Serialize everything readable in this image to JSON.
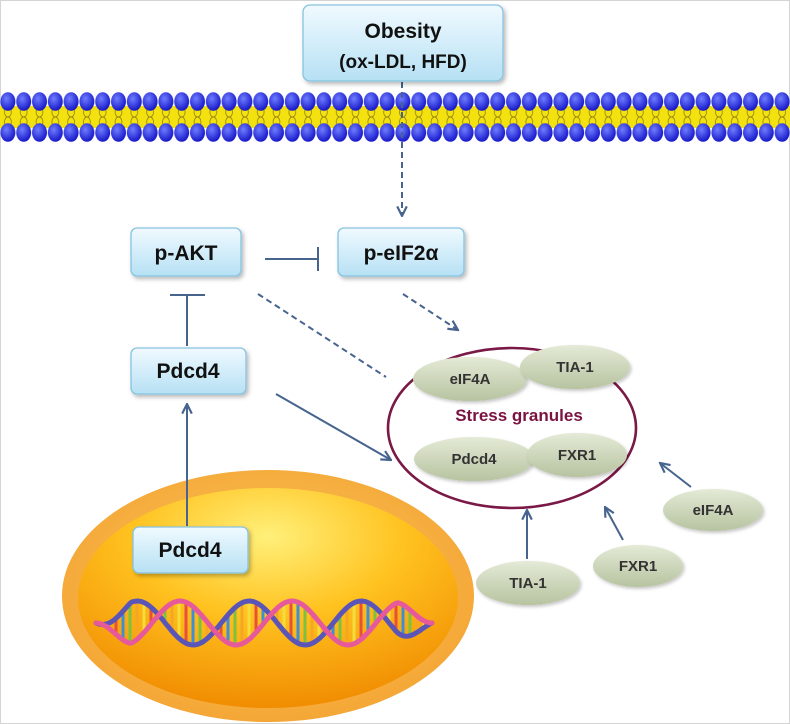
{
  "nodes": {
    "obesity": {
      "title": "Obesity",
      "subtitle": "(ox-LDL, HFD)"
    },
    "p_akt": "p-AKT",
    "p_eif2a": "p-eIF2α",
    "pdcd4_cytoplasm": "Pdcd4",
    "pdcd4_nucleus": "Pdcd4"
  },
  "stress_granules": {
    "label": "Stress granules",
    "components": {
      "eif4a": "eIF4A",
      "tia1": "TIA-1",
      "pdcd4": "Pdcd4",
      "fxr1": "FXR1"
    }
  },
  "free_proteins": {
    "eif4a": "eIF4A",
    "fxr1": "FXR1",
    "tia1": "TIA-1"
  },
  "colors": {
    "arrow": "#46648e",
    "box_border": "#86c3df",
    "box_fill_top": "#f0faff",
    "box_fill_bottom": "#b6e0f4",
    "granule_outline": "#7a1846",
    "granule_label": "#7a1340",
    "protein_oval_top": "#e4ead6",
    "protein_oval_bottom": "#b6c3a0",
    "membrane_head": "#1010c4",
    "membrane_tail": "#f4e210",
    "nucleus_rim": "#f4a432",
    "nucleus_core": "#ffc21f",
    "dna_strand_a": "#e65a9b",
    "dna_strand_b": "#5b55b8",
    "dna_base_pairs": [
      "#f5a623",
      "#f3dc3c",
      "#e8503a",
      "#3d8fd8",
      "#7cc142"
    ]
  }
}
